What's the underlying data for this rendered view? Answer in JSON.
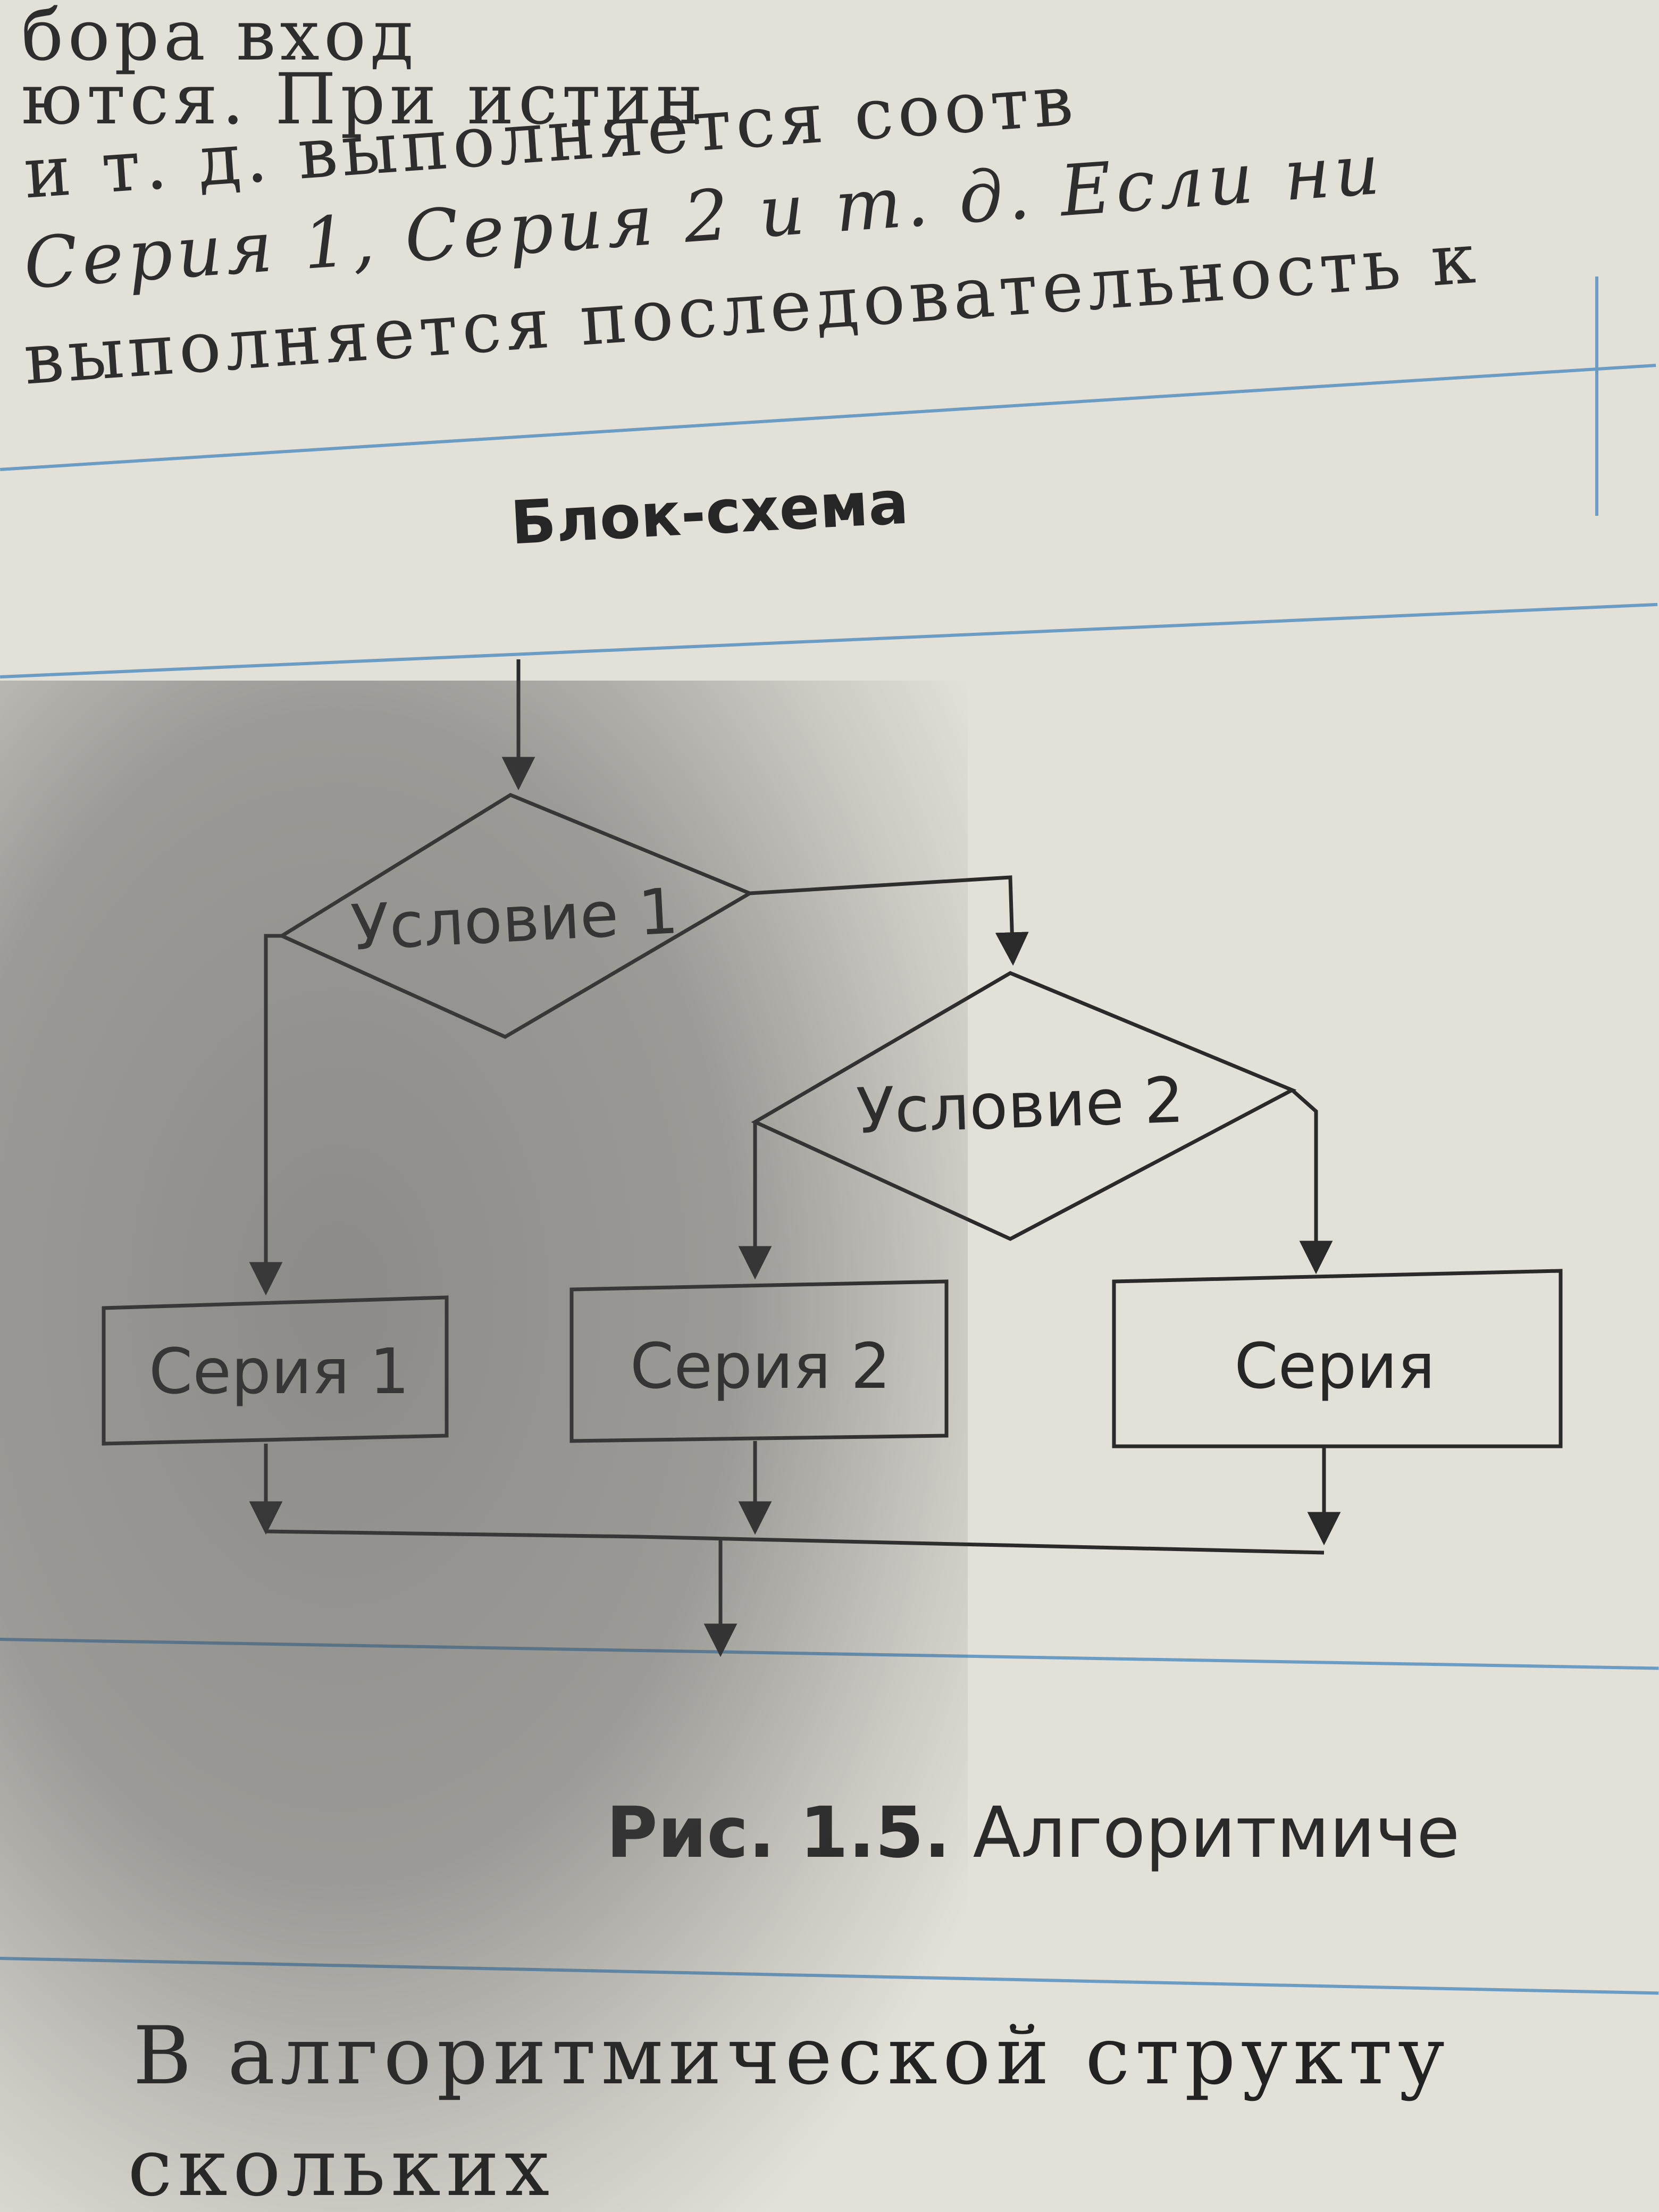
{
  "top_text": [
    "бора вход",
    "ются. При истин",
    "и т. д. выполняется соотв",
    "Серия 1, Серия 2 и т. д. Если ни",
    "выполняется последовательность к"
  ],
  "figure": {
    "heading": "Блок-схема",
    "nodes": {
      "condition1": "Условие 1",
      "condition2": "Условие 2",
      "series1": "Серия 1",
      "series2": "Серия 2",
      "series": "Серия"
    },
    "caption_number": "Рис. 1.5.",
    "caption_text": "Алгоритмиче"
  },
  "bottom_text": [
    "В алгоритмической структу",
    "скольких"
  ],
  "colors": {
    "table_rule": "#6a9cc4",
    "ink": "#2a2a2a"
  }
}
